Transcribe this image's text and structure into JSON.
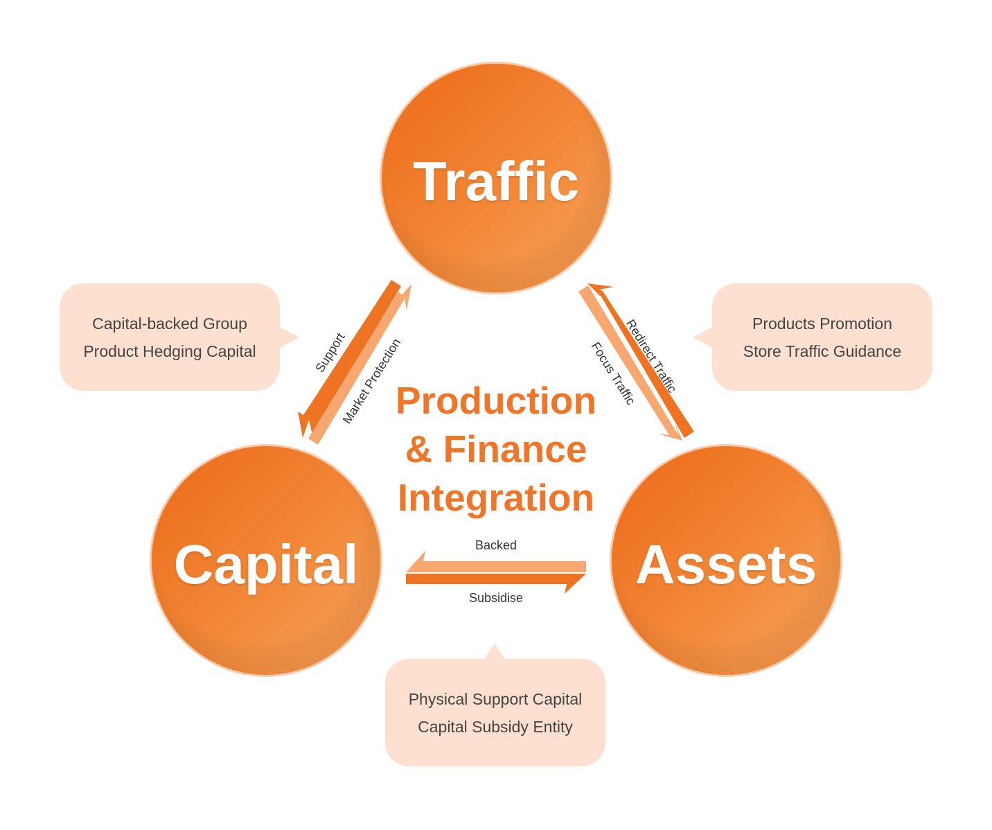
{
  "nodes": {
    "traffic": "Traffic",
    "capital": "Capital",
    "assets": "Assets"
  },
  "center_title": [
    "Production",
    "& Finance",
    "Integration"
  ],
  "bubbles": {
    "capital": [
      "Capital-backed Group",
      "Product Hedging Capital"
    ],
    "traffic_assets": [
      "Products Promotion",
      "Store Traffic Guidance"
    ],
    "bottom": [
      "Physical Support Capital",
      "Capital Subsidy Entity"
    ]
  },
  "arrow_labels": {
    "support": "Support",
    "market_protection": "Market Protection",
    "redirect_traffic": "Redirect Traffic",
    "focus_traffic": "Focus Traffic",
    "backed": "Backed",
    "subsidise": "Subsidise"
  },
  "colors": {
    "circle_dark": "#ee6f1e",
    "circle_light": "#f9a25a",
    "arrow_dark": "#ee7322",
    "arrow_light": "#f7a870",
    "bubble_bg": "#fde0cf",
    "title_text": "#ef7628"
  }
}
